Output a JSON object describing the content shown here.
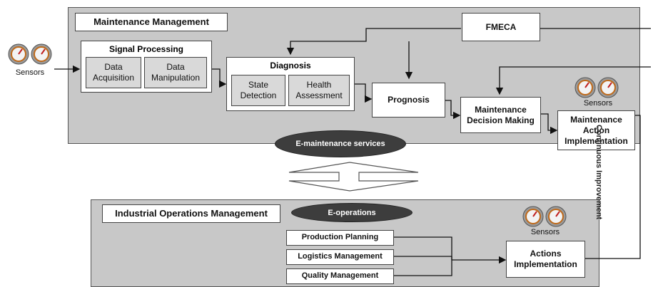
{
  "maintenance": {
    "title": "Maintenance Management",
    "signal_processing": {
      "title": "Signal Processing",
      "data_acquisition": "Data Acquisition",
      "data_manipulation": "Data Manipulation"
    },
    "diagnosis": {
      "title": "Diagnosis",
      "state_detection": "State Detection",
      "health_assessment": "Health Assessment"
    },
    "prognosis": "Prognosis",
    "fmeca": "FMECA",
    "decision_making": "Maintenance Decision Making",
    "action_implementation": "Maintenance Action Implementation",
    "services": "E-maintenance services"
  },
  "sensors_label": "Sensors",
  "industrial": {
    "title": "Industrial Operations Management",
    "e_operations": "E-operations",
    "production_planning": "Production Planning",
    "logistics_management": "Logistics Management",
    "quality_management": "Quality Management",
    "actions_implementation": "Actions Implementation"
  },
  "side_label": "Continuous Improvement",
  "colors": {
    "panel": "#c8c8c8",
    "oval": "#3d3d3d"
  }
}
